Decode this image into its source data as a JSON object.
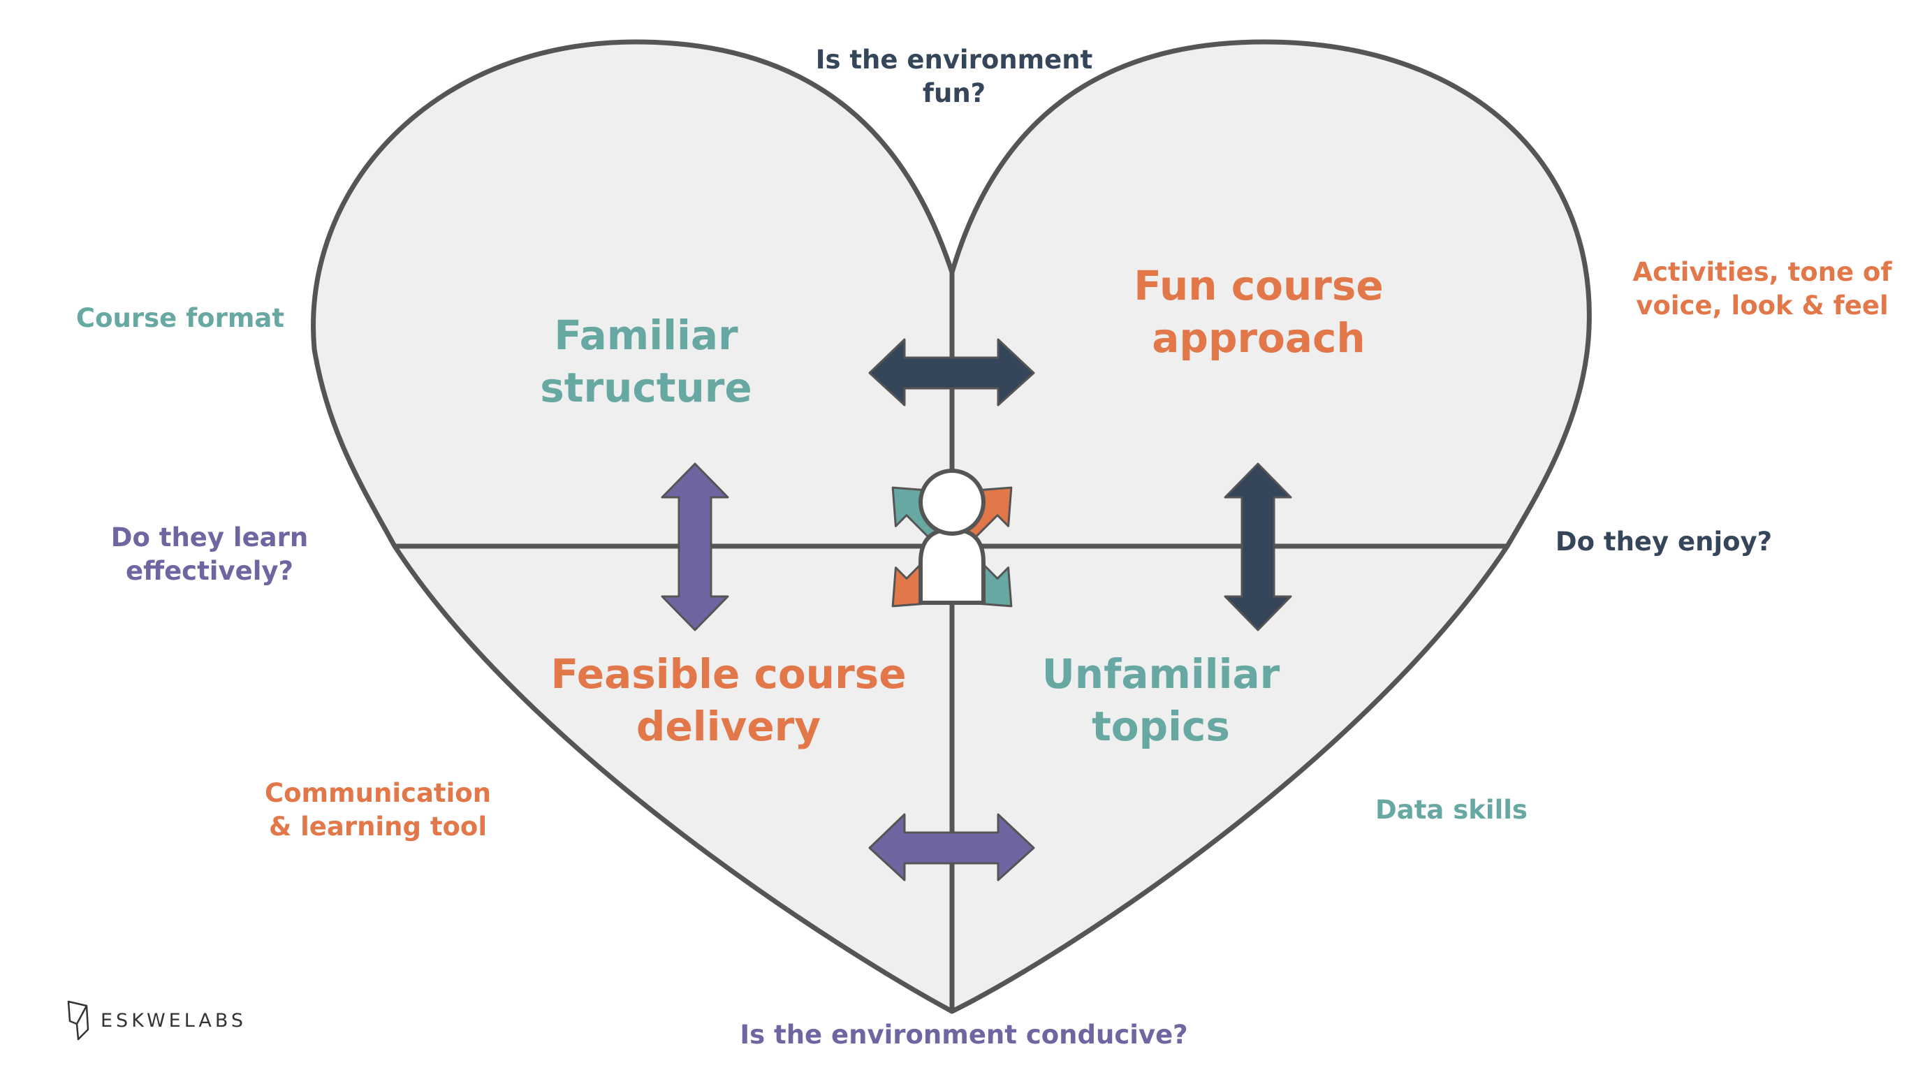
{
  "center": {
    "familiar_structure": [
      "Familiar",
      "structure"
    ],
    "fun_course_approach": [
      "Fun course",
      "approach"
    ],
    "feasible_course_delivery": [
      "Feasible course",
      "delivery"
    ],
    "unfamiliar_topics": [
      "Unfamiliar",
      "topics"
    ]
  },
  "outer": {
    "top_question": [
      "Is the environment",
      "fun?"
    ],
    "bottom_question": "Is the environment conducive?",
    "left_question": [
      "Do they learn",
      "effectively?"
    ],
    "right_question": "Do they enjoy?",
    "course_format": "Course format",
    "activities": [
      "Activities, tone of",
      "voice, look & feel"
    ],
    "communication": [
      "Communication",
      "& learning tool"
    ],
    "data_skills": "Data skills"
  },
  "logo": {
    "text": "ESKWELABS"
  },
  "colors": {
    "teal": "#67a8a3",
    "orange": "#e2774a",
    "navy": "#35465a",
    "purple": "#6e65a1",
    "heart_fill": "#efefef",
    "heart_stroke": "#555555"
  }
}
